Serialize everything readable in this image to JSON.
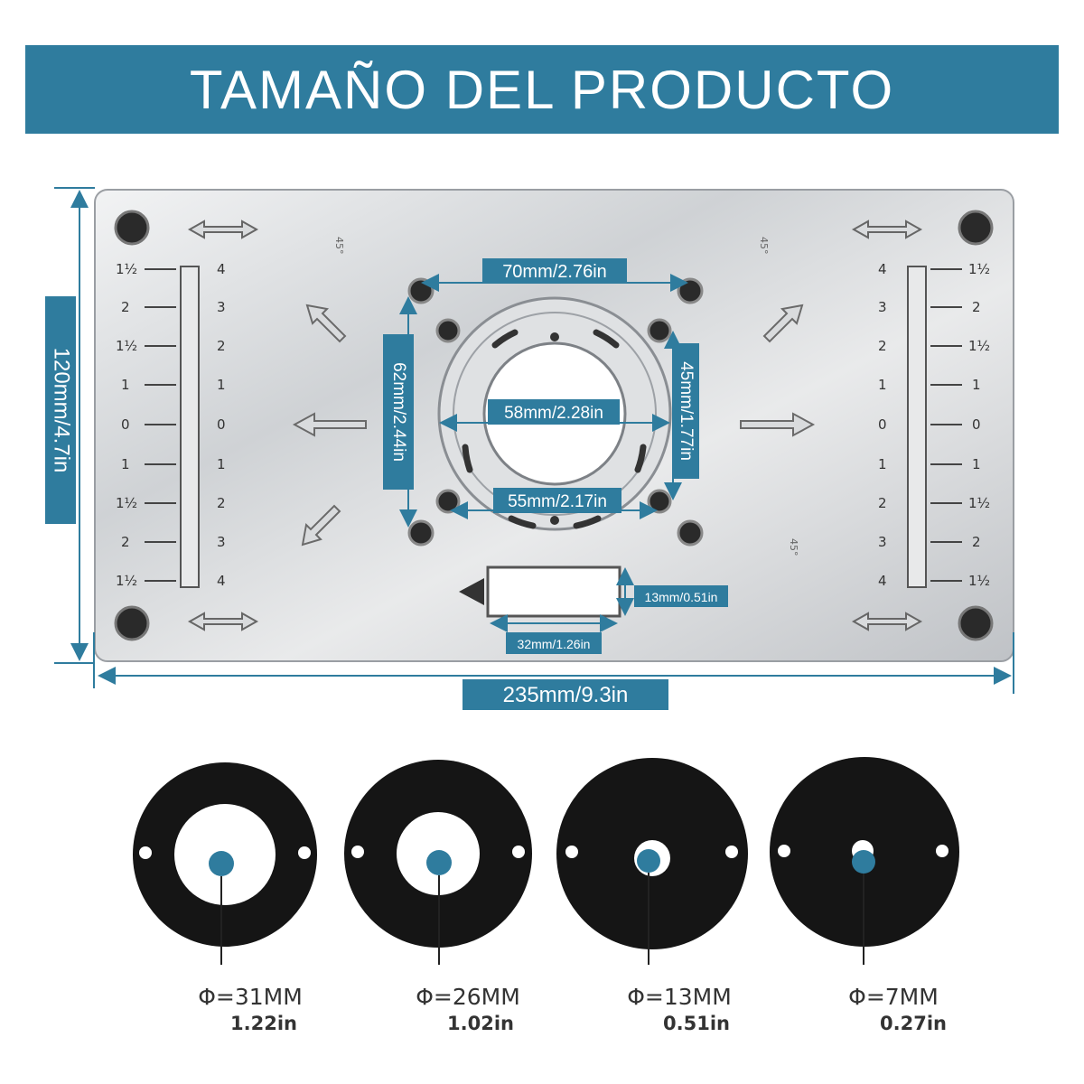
{
  "title": "TAMAÑO DEL PRODUCTO",
  "colors": {
    "accent": "#2f7c9e",
    "plate": "#d6d8db",
    "ring": "#151515"
  },
  "dimensions": {
    "height": "120mm/4.7in",
    "width": "235mm/9.3in",
    "top_holes": "70mm/2.76in",
    "vertical_holes": "62mm/2.44in",
    "right_vertical": "45mm/1.77in",
    "center_diameter": "58mm/2.28in",
    "bottom_holes": "55mm/2.17in",
    "slot_height": "13mm/0.51in",
    "slot_width": "32mm/1.26in"
  },
  "scale": {
    "left_major": [
      "4",
      "3",
      "2",
      "1",
      "0",
      "1",
      "2",
      "3",
      "4"
    ],
    "left_minor": [
      "1½",
      "2",
      "1½",
      "1",
      "0",
      "1",
      "1½",
      "2",
      "1½"
    ],
    "right_major": [
      "4",
      "3",
      "2",
      "1",
      "0",
      "1",
      "2",
      "3",
      "4"
    ],
    "right_minor": [
      "1½",
      "2",
      "1½",
      "1",
      "0",
      "1",
      "1½",
      "2",
      "1½"
    ],
    "angle_marks": [
      "45°",
      "45°",
      "45°"
    ]
  },
  "rings": [
    {
      "diameter": "Φ=31MM",
      "inches": "1.22in"
    },
    {
      "diameter": "Φ=26MM",
      "inches": "1.02in"
    },
    {
      "diameter": "Φ=13MM",
      "inches": "0.51in"
    },
    {
      "diameter": "Φ=7MM",
      "inches": "0.27in"
    }
  ]
}
